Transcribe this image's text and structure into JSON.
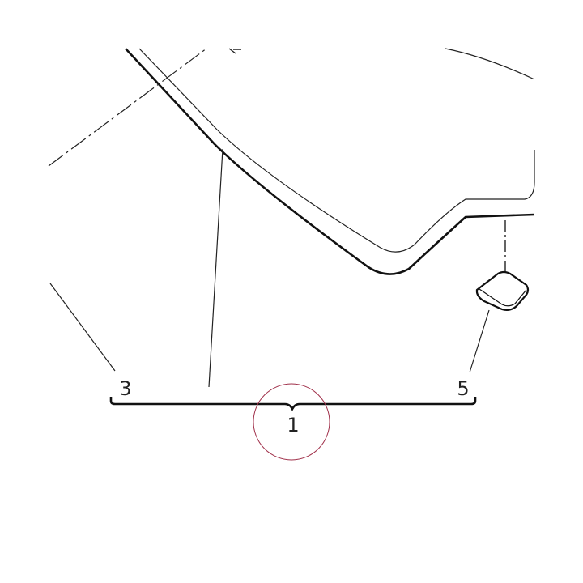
{
  "callouts": {
    "left": "3",
    "right": "5",
    "center": "1"
  },
  "colors": {
    "line": "#111111",
    "highlight_circle": "#a0304a",
    "background": "#ffffff"
  }
}
